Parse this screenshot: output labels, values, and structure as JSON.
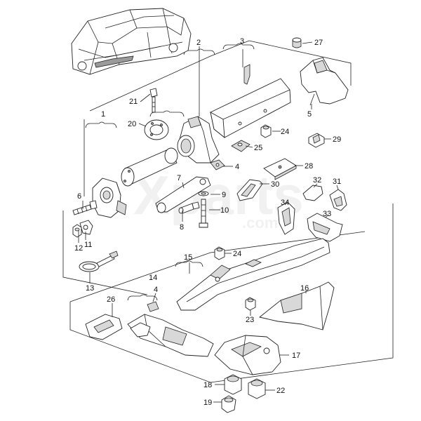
{
  "watermark": "Xparts",
  "watermark_sub": ".com",
  "callouts": {
    "c1": "1",
    "c2": "2",
    "c3": "3",
    "c4a": "4",
    "c4b": "4",
    "c5": "5",
    "c6": "6",
    "c7": "7",
    "c8": "8",
    "c9": "9",
    "c10": "10",
    "c11": "11",
    "c12": "12",
    "c13": "13",
    "c14": "14",
    "c15": "15",
    "c16": "16",
    "c17": "17",
    "c18": "18",
    "c19": "19",
    "c20": "20",
    "c21": "21",
    "c22": "22",
    "c23": "23",
    "c24a": "24",
    "c24b": "24",
    "c25": "25",
    "c26": "26",
    "c27": "27",
    "c28": "28",
    "c29": "29",
    "c30": "30",
    "c31": "31",
    "c32": "32",
    "c33": "33",
    "c34": "34"
  }
}
